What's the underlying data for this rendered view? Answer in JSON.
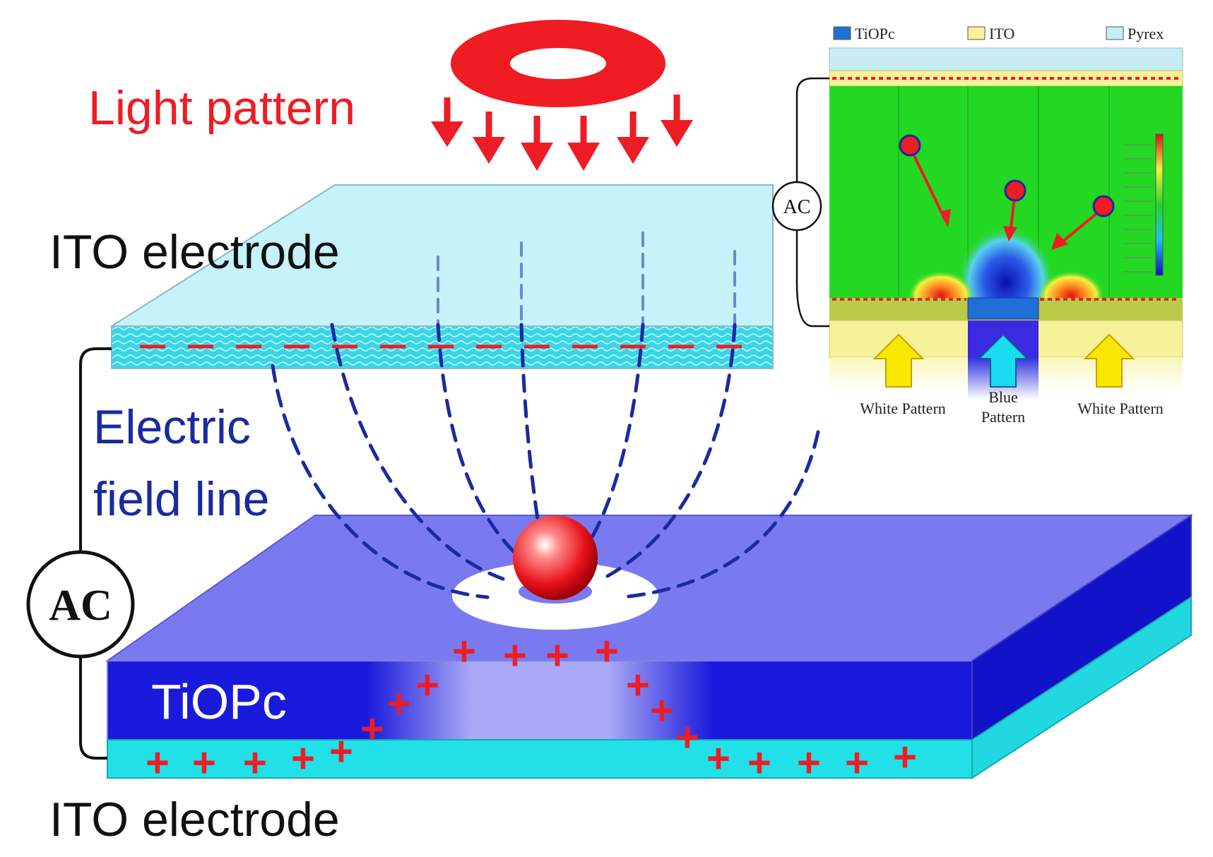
{
  "labels": {
    "light_pattern": "Light pattern",
    "ito_top": "ITO electrode",
    "electric_line1": "Electric",
    "electric_line2": "field line",
    "tiopc": "TiOPc",
    "ito_bottom": "ITO electrode",
    "ac_main": "AC"
  },
  "inset": {
    "legend": [
      {
        "label": "TiOPc",
        "color": "#1f6fd6"
      },
      {
        "label": "ITO",
        "color": "#f6f29a"
      },
      {
        "label": "Pyrex",
        "color": "#c8ecf6"
      }
    ],
    "ac": "AC",
    "pattern_left": "White Pattern",
    "pattern_center_line1": "Blue",
    "pattern_center_line2": "Pattern",
    "pattern_right": "White Pattern"
  },
  "colors": {
    "accent_red": "#ee1c24",
    "field_line": "#1a2aa0",
    "tiopc_blue": "#1a1adc",
    "tiopc_top": "#7a7af0",
    "ito_cyan": "#22e0e8",
    "ito_top_glass": "#c6f2fa",
    "inset_green": "#22d822"
  }
}
